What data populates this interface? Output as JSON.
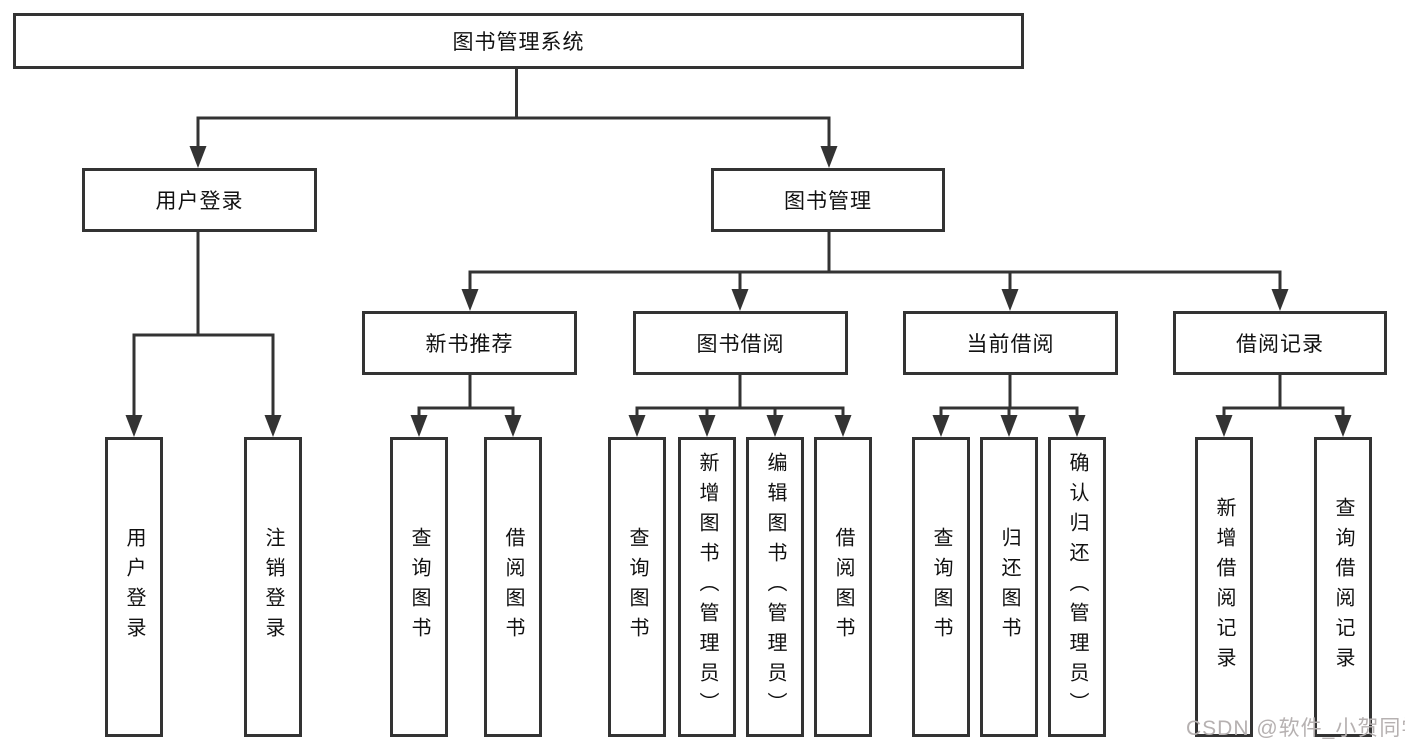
{
  "tree": {
    "label": "图书管理系统",
    "children": [
      {
        "label": "用户登录",
        "children": [
          {
            "label": "用户登录"
          },
          {
            "label": "注销登录"
          }
        ]
      },
      {
        "label": "图书管理",
        "children": [
          {
            "label": "新书推荐",
            "children": [
              {
                "label": "查询图书"
              },
              {
                "label": "借阅图书"
              }
            ]
          },
          {
            "label": "图书借阅",
            "children": [
              {
                "label": "查询图书"
              },
              {
                "label": "新增图书（管理员）"
              },
              {
                "label": "编辑图书（管理员）"
              },
              {
                "label": "借阅图书"
              }
            ]
          },
          {
            "label": "当前借阅",
            "children": [
              {
                "label": "查询图书"
              },
              {
                "label": "归还图书"
              },
              {
                "label": "确认归还（管理员）"
              }
            ]
          },
          {
            "label": "借阅记录",
            "children": [
              {
                "label": "新增借阅记录"
              },
              {
                "label": "查询借阅记录"
              }
            ]
          }
        ]
      }
    ]
  },
  "watermark": {
    "text": "CSDN @软件_小贺同学"
  },
  "colors": {
    "line": "#333333",
    "box_border": "#333333",
    "text": "#111111",
    "background": "#ffffff",
    "watermark": "#b6b1b1"
  }
}
